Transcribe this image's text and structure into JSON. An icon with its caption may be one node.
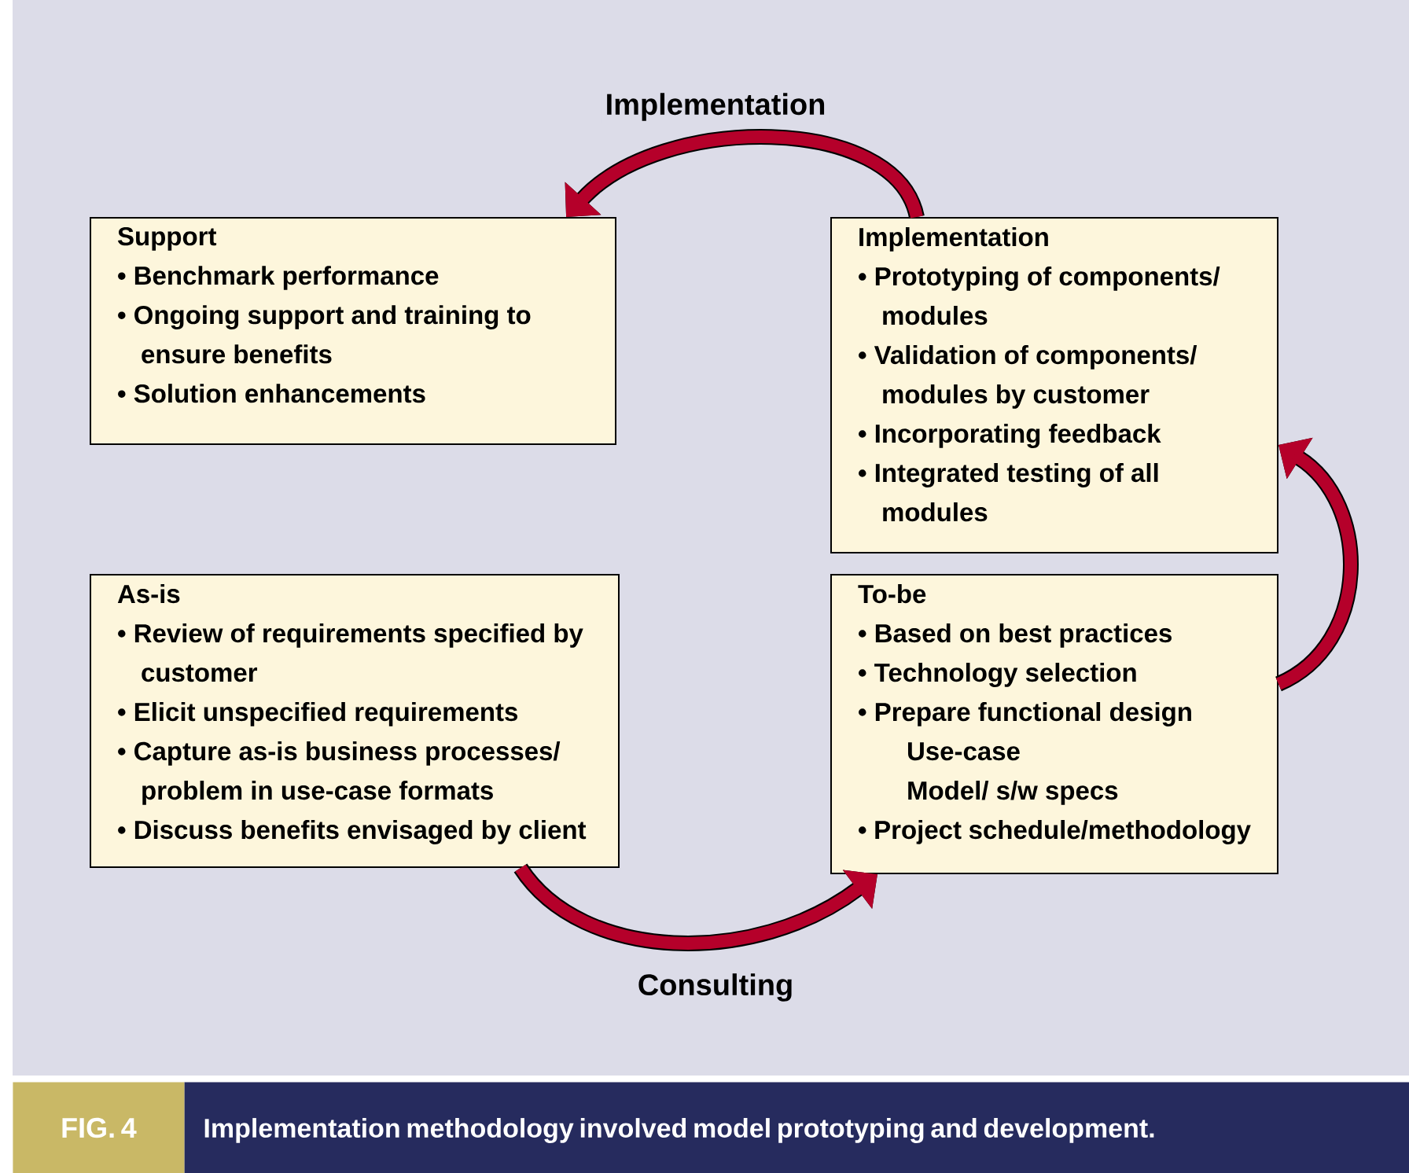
{
  "diagram": {
    "caption": "Implementation methodology involved model prototyping and development.",
    "nodes": [
      {
        "text": [
          "Support",
          "• Benchmark performance",
          "• Ongoing support and training to ensure benefits",
          "• Solution enhancements"
        ]
      },
      {
        "text": [
          "Implementation",
          "• Prototyping of components/ modules",
          "• Validation of components/ modules by customer",
          "• Incorporating feedback",
          "• Integrated testing of all modules"
        ]
      },
      {
        "text": [
          "As-is",
          "• Review of requirements specified by customer",
          "• Elicit unspecified requirements",
          "• Capture as-is business processes/ problem in use-case formats",
          "• Discuss benefits envisaged by client"
        ]
      },
      {
        "text": [
          "To-be",
          "• Based on best practices",
          "• Technology selection",
          "• Prepare functional design",
          "Use-case",
          "Model/ s/w specs",
          "• Project schedule/methodology"
        ]
      }
    ],
    "edges": [
      {
        "from": 2,
        "to": 3,
        "arrow": "to",
        "label": "Consulting"
      },
      {
        "from": 3,
        "to": 1,
        "arrow": "to"
      },
      {
        "from": 1,
        "to": 0,
        "arrow": "to",
        "label": "Implementation"
      }
    ],
    "labels": [
      "FIG. 4"
    ]
  }
}
